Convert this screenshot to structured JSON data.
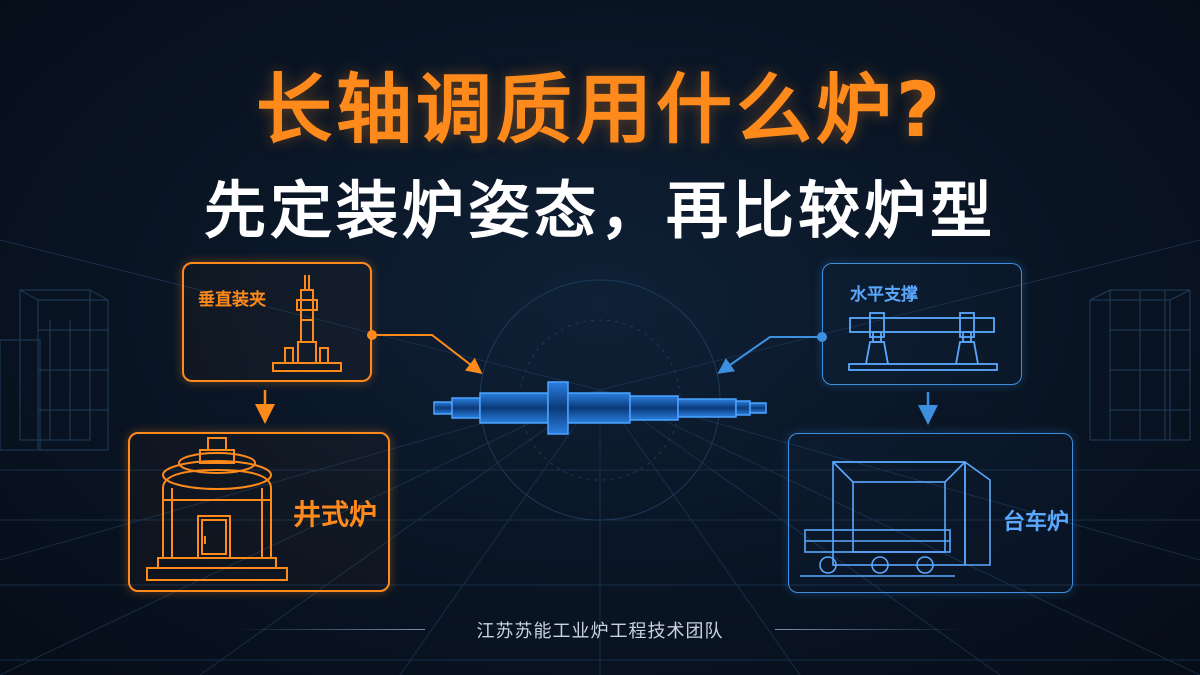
{
  "title": {
    "main": "长轴调质用什么炉?",
    "sub": "先定装炉姿态，再比较炉型"
  },
  "vertical_panel": {
    "label": "垂直装夹"
  },
  "pit_furnace_panel": {
    "label": "井式炉"
  },
  "horizontal_panel": {
    "label": "水平支撑"
  },
  "bogie_furnace_panel": {
    "label": "台车炉"
  },
  "footer": {
    "text": "江苏苏能工业炉工程技术团队"
  },
  "colors": {
    "accent_orange": "#ff8a1c",
    "accent_blue": "#3d8fe0",
    "background": "#0a1626",
    "title_white": "#ffffff"
  }
}
